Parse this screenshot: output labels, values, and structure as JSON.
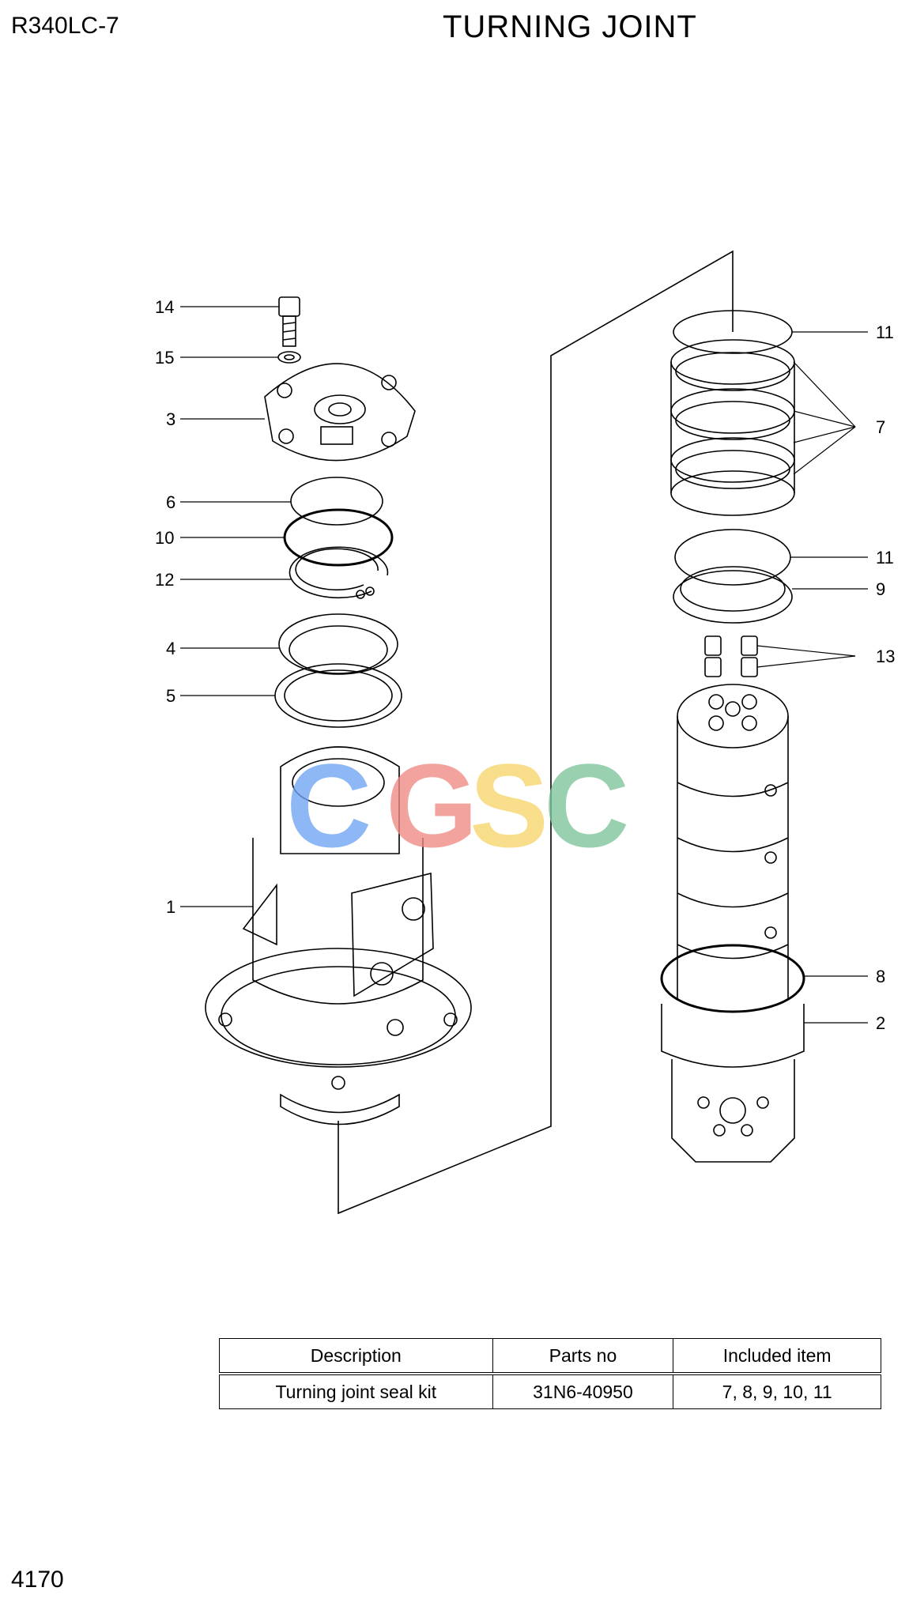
{
  "header": {
    "model": "R340LC-7",
    "title": "TURNING JOINT"
  },
  "footer": {
    "page_number": "4170"
  },
  "watermark": {
    "letters": [
      "C",
      "G",
      "S",
      "C"
    ],
    "colors": [
      "#6fa3f4",
      "#f08a84",
      "#f7d66a",
      "#7cc49a"
    ]
  },
  "callouts": {
    "left": [
      "14",
      "15",
      "3",
      "6",
      "10",
      "12",
      "4",
      "5",
      "1"
    ],
    "right": [
      "11",
      "7",
      "11",
      "9",
      "13",
      "8",
      "2"
    ]
  },
  "table": {
    "headers": [
      "Description",
      "Parts no",
      "Included item"
    ],
    "rows": [
      [
        "Turning joint seal kit",
        "31N6-40950",
        "7, 8, 9, 10, 11"
      ]
    ]
  }
}
